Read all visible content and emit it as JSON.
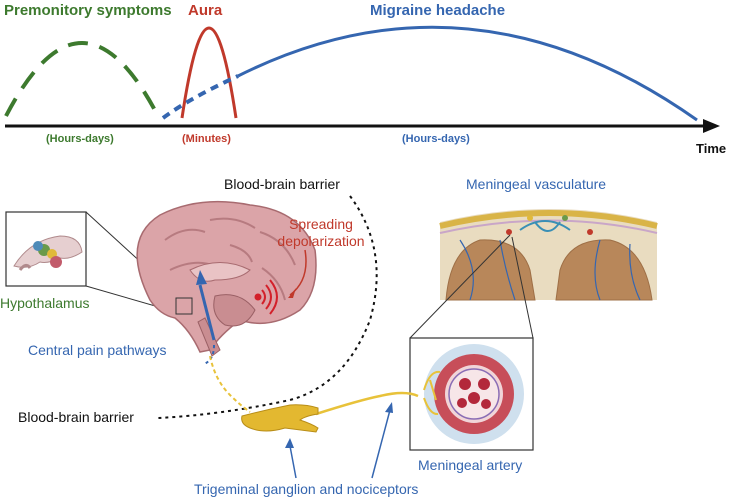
{
  "timeline": {
    "phases": [
      {
        "name": "Premonitory symptoms",
        "duration": "(Hours-days)",
        "color": "#3d7a2e"
      },
      {
        "name": "Aura",
        "duration": "(Minutes)",
        "color": "#c0392b"
      },
      {
        "name": "Migraine headache",
        "duration": "(Hours-days)",
        "color": "#3566b0"
      }
    ],
    "axis_label": "Time"
  },
  "labels": {
    "bbb_top": "Blood-brain barrier",
    "bbb_bottom": "Blood-brain barrier",
    "spreading": "Spreading depolarization",
    "hypothalamus": "Hypothalamus",
    "central_pain": "Central pain pathways",
    "meningeal_vasculature": "Meningeal vasculature",
    "meningeal_artery": "Meningeal artery",
    "trigeminal": "Trigeminal ganglion and nociceptors"
  },
  "colors": {
    "green": "#3d7a2e",
    "red": "#c0392b",
    "blue": "#3566b0",
    "brain": "#d9a0a4",
    "nerve": "#e8c23a"
  }
}
